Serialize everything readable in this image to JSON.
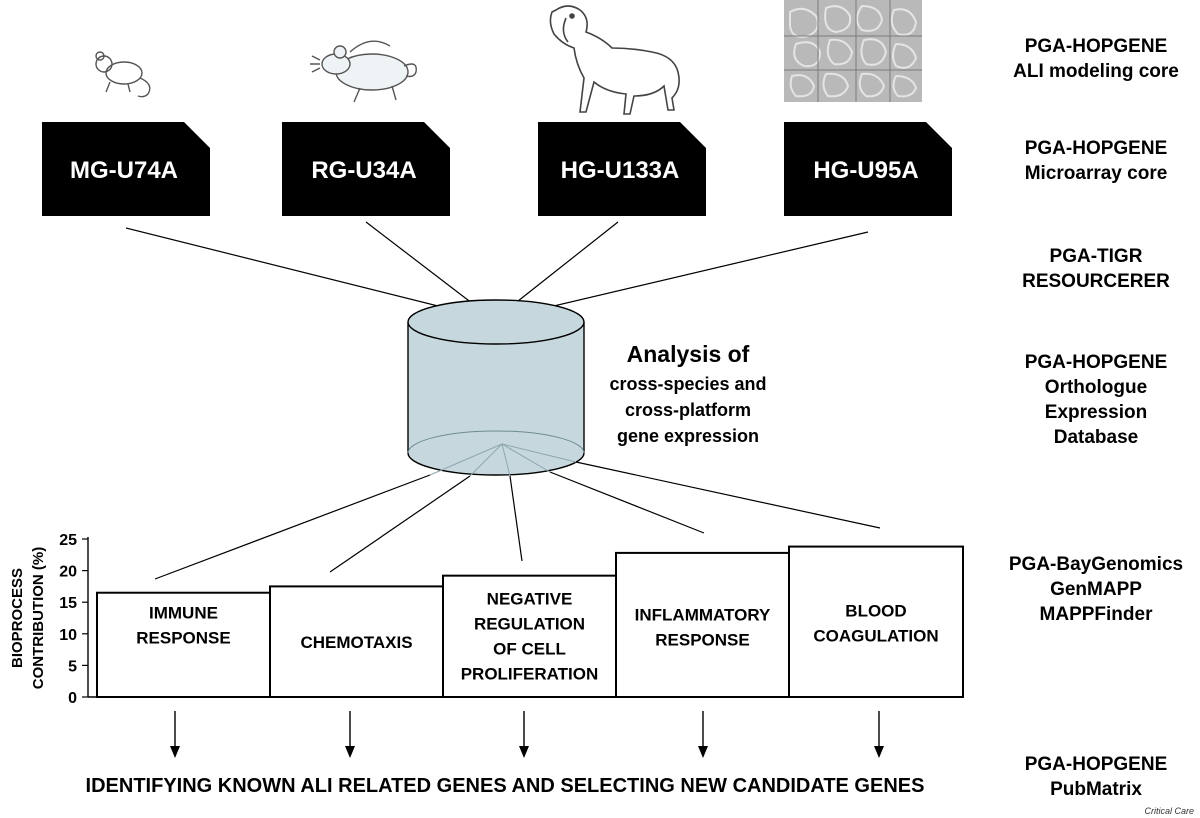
{
  "right_labels": [
    {
      "lines": [
        "PGA-HOPGENE",
        "ALI modeling core"
      ]
    },
    {
      "lines": [
        "PGA-HOPGENE",
        "Microarray core"
      ]
    },
    {
      "lines": [
        "PGA-TIGR",
        "RESOURCERER"
      ]
    },
    {
      "lines": [
        "PGA-HOPGENE",
        "Orthologue",
        "Expression",
        "Database"
      ]
    },
    {
      "lines": [
        "PGA-BayGenomics",
        "GenMAPP",
        "MAPPFinder"
      ]
    },
    {
      "lines": [
        "PGA-HOPGENE",
        "PubMatrix"
      ]
    }
  ],
  "chips": [
    "MG-U74A",
    "RG-U34A",
    "HG-U133A",
    "HG-U95A"
  ],
  "analysis": {
    "title": "Analysis of",
    "lines": [
      "cross-species and",
      "cross-platform",
      "gene expression"
    ]
  },
  "chart_data": {
    "type": "bar",
    "ylabel": [
      "BIOPROCESS",
      "CONTRIBUTION (%)"
    ],
    "ylim": [
      0,
      25
    ],
    "yticks": [
      0,
      5,
      10,
      15,
      20,
      25
    ],
    "categories": [
      [
        "IMMUNE",
        "RESPONSE"
      ],
      [
        "CHEMOTAXIS"
      ],
      [
        "NEGATIVE",
        "REGULATION",
        "OF CELL",
        "PROLIFERATION"
      ],
      [
        "INFLAMMATORY",
        "RESPONSE"
      ],
      [
        "BLOOD",
        "COAGULATION"
      ]
    ],
    "values": [
      16.5,
      17.5,
      19.2,
      22.8,
      23.8
    ]
  },
  "bottom_text": "IDENTIFYING KNOWN ALI RELATED GENES AND SELECTING NEW CANDIDATE GENES",
  "footer": "Critical Care"
}
